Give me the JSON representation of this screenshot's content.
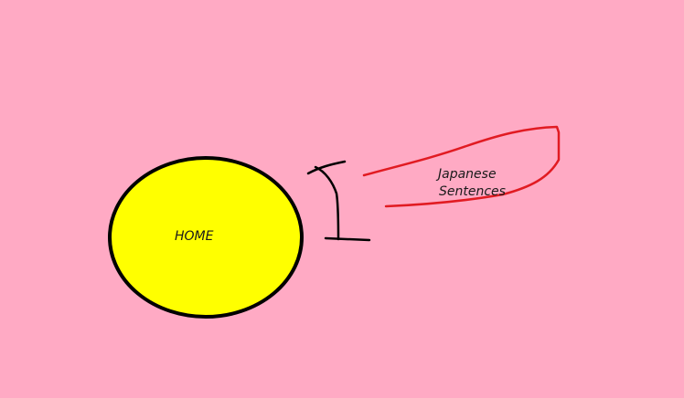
{
  "canvas": {
    "background": "#ffaac4"
  },
  "home_node": {
    "label": "HOME",
    "fill": "#ffff00",
    "stroke": "#000000"
  },
  "japanese_node": {
    "line1": "Japanese",
    "line2": "Sentences",
    "stroke": "#e11b22"
  },
  "connector": {
    "stroke": "#000000"
  }
}
